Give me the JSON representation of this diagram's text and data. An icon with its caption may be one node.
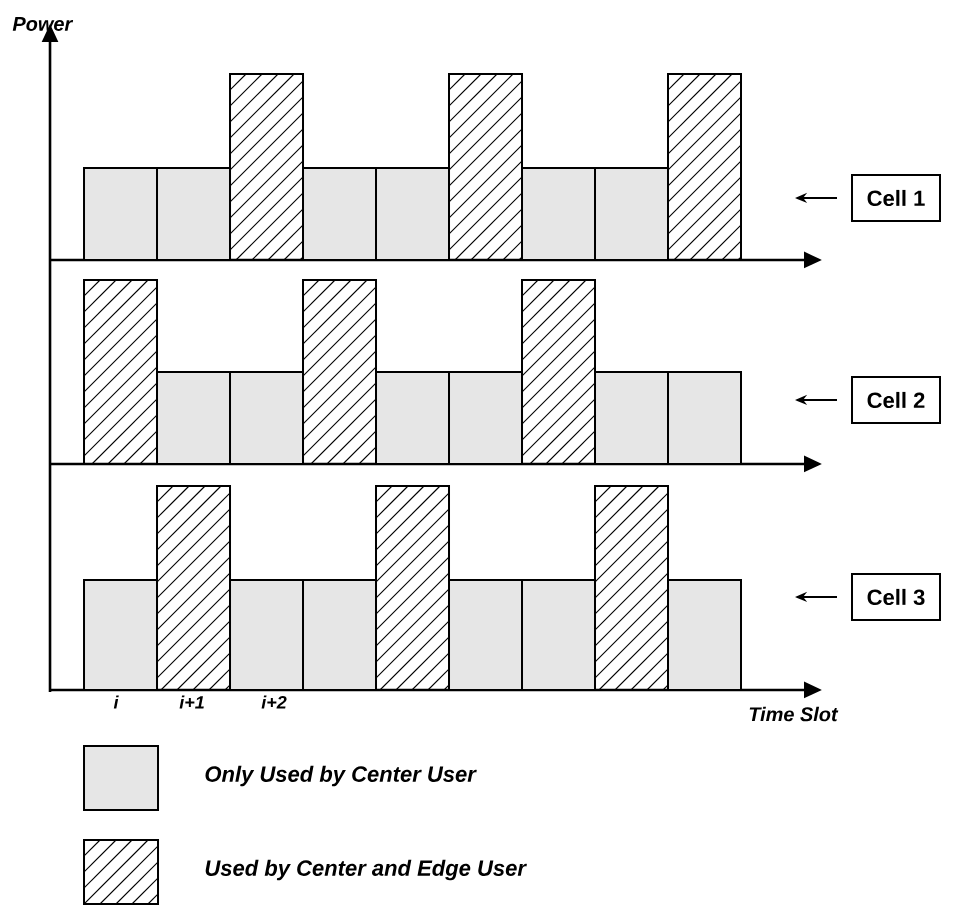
{
  "diagram": {
    "nodes": [
      {
        "text": [
          "Cell 1"
        ]
      },
      {
        "text": [
          "Cell 2"
        ]
      },
      {
        "text": [
          "Cell 3"
        ]
      }
    ],
    "edges": [
      {
        "from": 0,
        "to": null,
        "arrow": "to"
      },
      {
        "from": 1,
        "to": null,
        "arrow": "to"
      },
      {
        "from": 2,
        "to": null,
        "arrow": "to"
      }
    ],
    "labels": [
      "Power",
      "i",
      "i+1",
      "i+2",
      "Time Slot"
    ],
    "legend": [
      {
        "text": "Only Used by Center User",
        "color": "#e6e6e6"
      },
      {
        "text": "Used by Center and Edge User"
      }
    ]
  }
}
